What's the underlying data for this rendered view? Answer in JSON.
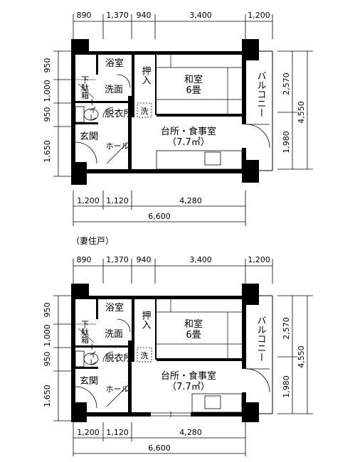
{
  "caption_second": "（妻住戸）",
  "plans": [
    {
      "top_dims": [
        "890",
        "1,370",
        "940",
        "3,400",
        "1,200"
      ],
      "left_dims": [
        "950",
        "1,000",
        "950",
        "1,650"
      ],
      "right_dims": [
        "2,570",
        "1,980"
      ],
      "right_total": "4,550",
      "bottom_dims": [
        "1,200",
        "1,120",
        "4,280"
      ],
      "bottom_total": "6,600",
      "rooms": {
        "bath": "浴室",
        "closet": "押入",
        "washroom": "洗面",
        "shoe_box": "下駄箱",
        "toilet": "トイレ",
        "dressing": "脱衣所",
        "washer": "洗",
        "entrance": "玄関",
        "hall": "ホール",
        "japanese_room": "和室",
        "japanese_size": "6畳",
        "kitchen_dining": "台所・食事室",
        "kitchen_size": "（7.7㎡）",
        "balcony": "バルコニー"
      }
    },
    {
      "top_dims": [
        "890",
        "1,370",
        "940",
        "3,400",
        "1,200"
      ],
      "left_dims": [
        "950",
        "1,000",
        "950",
        "1,650"
      ],
      "right_dims": [
        "2,570",
        "1,980"
      ],
      "right_total": "4,550",
      "bottom_dims": [
        "1,200",
        "1,120",
        "4,280"
      ],
      "bottom_total": "6,600",
      "rooms": {
        "bath": "浴室",
        "closet": "押入",
        "washroom": "洗面",
        "shoe_box": "下駄箱",
        "toilet": "トイレ",
        "dressing": "脱衣所",
        "washer": "洗",
        "entrance": "玄関",
        "hall": "ホール",
        "japanese_room": "和室",
        "japanese_size": "6畳",
        "kitchen_dining": "台所・食事室",
        "kitchen_size": "（7.7㎡）",
        "balcony": "バルコニー"
      }
    }
  ]
}
